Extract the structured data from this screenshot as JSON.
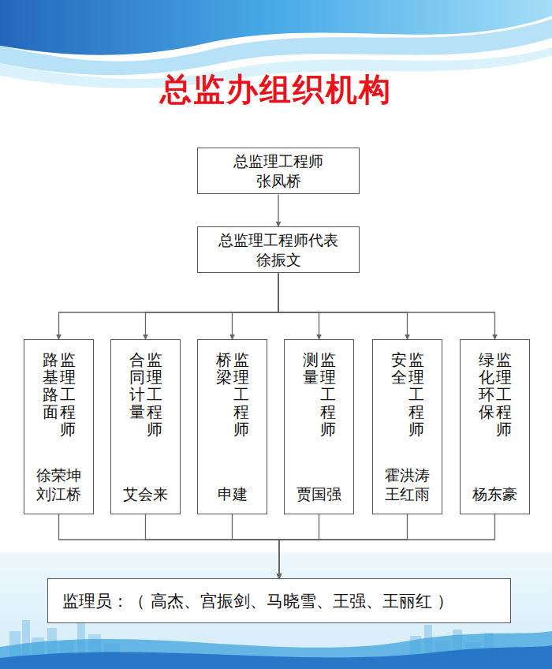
{
  "diagram": {
    "title": "总监办组织机构",
    "nodes": [
      {
        "text": [
          "总监理工程师",
          "张凤桥"
        ]
      },
      {
        "text": [
          "总监理工程师代表",
          "徐振文"
        ]
      },
      {
        "text": [
          "路基路面",
          "监理工程师",
          "徐荣坤 刘江桥"
        ]
      },
      {
        "text": [
          "合同计量",
          "监理工程师",
          "艾会来"
        ]
      },
      {
        "text": [
          "桥梁",
          "监理工程师",
          "申建"
        ]
      },
      {
        "text": [
          "测量",
          "监理工程师",
          "贾国强"
        ]
      },
      {
        "text": [
          "安全",
          "监理工程师",
          "霍洪涛 王红雨"
        ]
      },
      {
        "text": [
          "绿化环保",
          "监理工程师",
          "杨东豪"
        ]
      },
      {
        "text": [
          "监理员：（ 高杰、宫振剑、马晓雪、王强、王丽红 ）"
        ]
      }
    ],
    "edges": [
      {
        "from": 0,
        "to": 1,
        "arrow": "to"
      },
      {
        "from": 1,
        "to": 2,
        "arrow": "to"
      },
      {
        "from": 1,
        "to": 3,
        "arrow": "to"
      },
      {
        "from": 1,
        "to": 4,
        "arrow": "to"
      },
      {
        "from": 1,
        "to": 5,
        "arrow": "to"
      },
      {
        "from": 1,
        "to": 6,
        "arrow": "to"
      },
      {
        "from": 1,
        "to": 7,
        "arrow": "to"
      },
      {
        "from": 2,
        "to": 8,
        "arrow": "to"
      },
      {
        "from": 3,
        "to": 8,
        "arrow": "to"
      },
      {
        "from": 4,
        "to": 8,
        "arrow": "to"
      },
      {
        "from": 5,
        "to": 8,
        "arrow": "to"
      },
      {
        "from": 6,
        "to": 8,
        "arrow": "to"
      },
      {
        "from": 7,
        "to": 8,
        "arrow": "to"
      }
    ]
  }
}
